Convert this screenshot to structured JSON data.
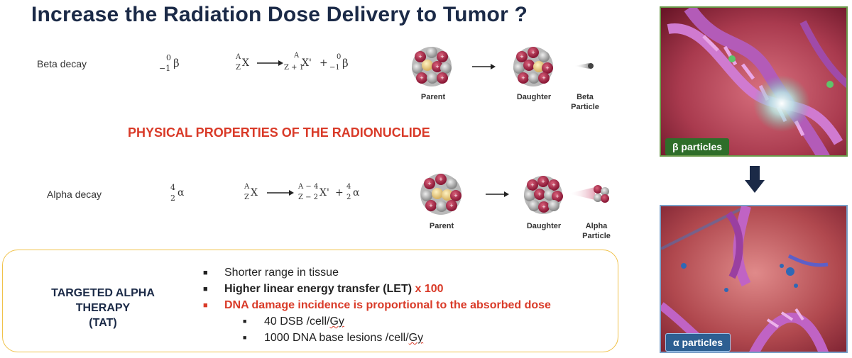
{
  "title": "Increase the Radiation Dose Delivery to Tumor ?",
  "beta": {
    "label": "Beta decay",
    "symbol_mass": "0",
    "symbol_charge": "−1",
    "symbol_greek": "β",
    "reactant_mass": "A",
    "reactant_charge": "Z",
    "reactant_element": "X",
    "product_mass": "A",
    "product_charge": "Z + 1",
    "product_element": "X'",
    "plus": "+",
    "emit_mass": "0",
    "emit_charge": "−1",
    "emit_greek": "β",
    "parent": "Parent",
    "daughter": "Daughter",
    "particle_line1": "Beta",
    "particle_line2": "Particle"
  },
  "heading": "PHYSICAL PROPERTIES OF THE RADIONUCLIDE",
  "alpha": {
    "label": "Alpha decay",
    "symbol_mass": "4",
    "symbol_charge": "2",
    "symbol_greek": "α",
    "reactant_mass": "A",
    "reactant_charge": "Z",
    "reactant_element": "X",
    "product_mass": "A − 4",
    "product_charge": "Z − 2",
    "product_element": "X'",
    "plus": "+",
    "emit_mass": "4",
    "emit_charge": "2",
    "emit_greek": "α",
    "parent": "Parent",
    "daughter": "Daughter",
    "particle_line1": "Alpha",
    "particle_line2": "Particle"
  },
  "tat": {
    "title_line1": "TARGETED ALPHA",
    "title_line2": "THERAPY",
    "title_line3": "(TAT)",
    "bullet1": "Shorter range in tissue",
    "bullet2": "Higher linear energy transfer (LET)",
    "bullet2_red": "x 100",
    "bullet3": "DNA damage incidence is proportional to the absorbed dose",
    "sub1_pre": "40 DSB /cell/",
    "sub1_unit": "Gy",
    "sub2_pre": "1000 DNA base lesions /cell/",
    "sub2_unit": "Gy"
  },
  "panels": {
    "beta_label": "β particles",
    "alpha_label": "α particles"
  },
  "colors": {
    "title": "#1b2a47",
    "heading_red": "#d93a28",
    "box_border": "#f0c24a",
    "beta_label_bg": "#2f6e2a",
    "alpha_label_bg": "#2d5f92"
  }
}
